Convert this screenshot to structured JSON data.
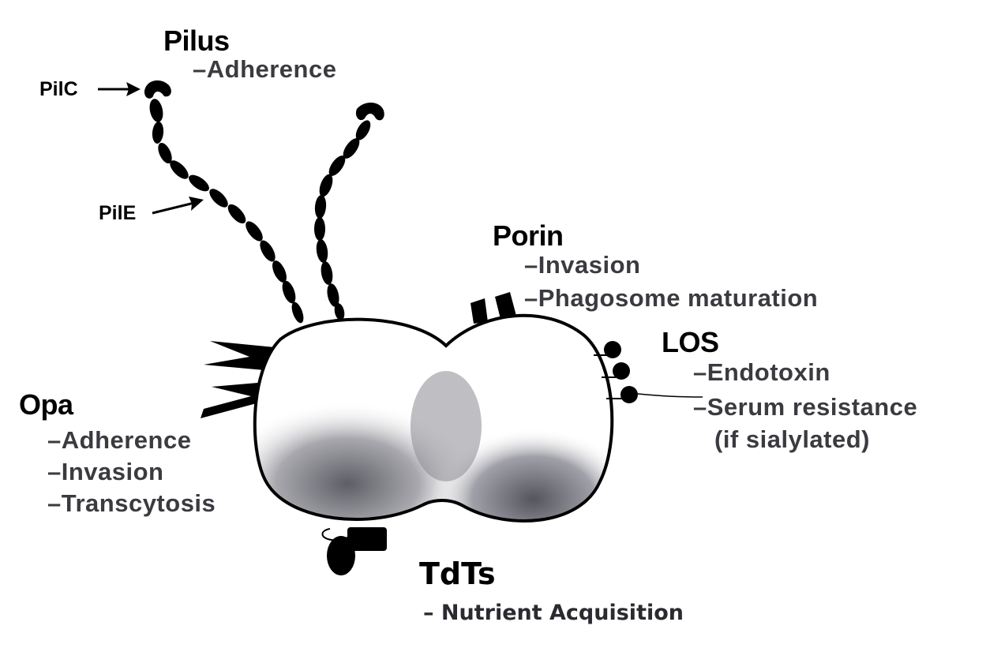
{
  "labels": {
    "pilus": "Pilus",
    "pilus_adherence": "–Adherence",
    "pilc": "PilC",
    "pile": "PilE",
    "porin": "Porin",
    "porin_invasion": "–Invasion",
    "porin_phagosome": "–Phagosome maturation",
    "los": "LOS",
    "los_endotoxin": "–Endotoxin",
    "los_serum": "–Serum resistance",
    "los_sialylated": "(if sialylated)",
    "opa": "Opa",
    "opa_adherence": "–Adherence",
    "opa_invasion": "–Invasion",
    "opa_transcytosis": "–Transcytosis",
    "tdts": "TdTs",
    "tdts_nutrient": "– Nutrient Acquisition"
  },
  "colors": {
    "ink": "#000000",
    "subtext": "#3a3a40",
    "cell_fill": "#ffffff",
    "cell_shade": "#6a6a70"
  },
  "icons": [
    "pilus-fiber",
    "opa-spike",
    "porin-channel",
    "los-molecule",
    "tdt-transporter",
    "arrow"
  ]
}
